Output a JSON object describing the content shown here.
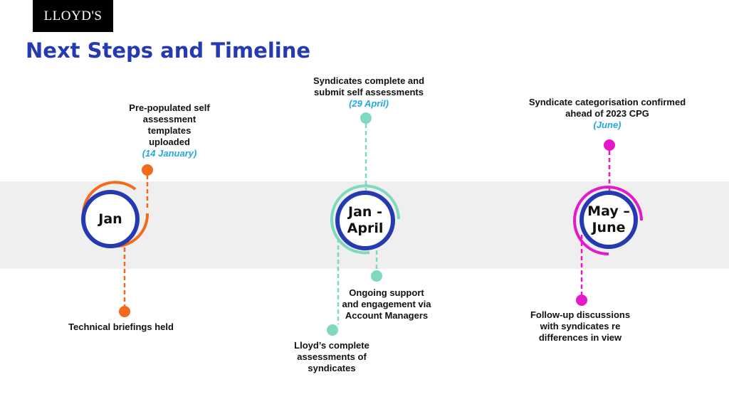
{
  "logo": "LLOYD'S",
  "title": "Next Steps and Timeline",
  "colors": {
    "title": "#2539b0",
    "jan": "#f26b1d",
    "april": "#7ed9c0",
    "june": "#e619c8",
    "ring": "#2539b0",
    "date": "#23a8e0"
  },
  "milestones": [
    {
      "id": "jan",
      "label": "Jan"
    },
    {
      "id": "april",
      "label": "Jan - April"
    },
    {
      "id": "june",
      "label": "May – June"
    }
  ],
  "events": {
    "prepopulated": {
      "text": "Pre-populated self assessment templates uploaded",
      "date": "(14 January)"
    },
    "briefings": {
      "text": "Technical briefings held"
    },
    "syndicates_complete": {
      "text": "Syndicates complete and submit self assessments",
      "date": "(29 April)"
    },
    "ongoing_support": {
      "text": "Ongoing support and engagement via Account Managers"
    },
    "lloyds_complete": {
      "text": "Lloyd’s complete assessments of syndicates"
    },
    "categorisation": {
      "text": "Syndicate categorisation confirmed ahead of 2023 CPG",
      "date": "(June)"
    },
    "followup": {
      "text": "Follow-up discussions with syndicates re differences in view"
    }
  }
}
